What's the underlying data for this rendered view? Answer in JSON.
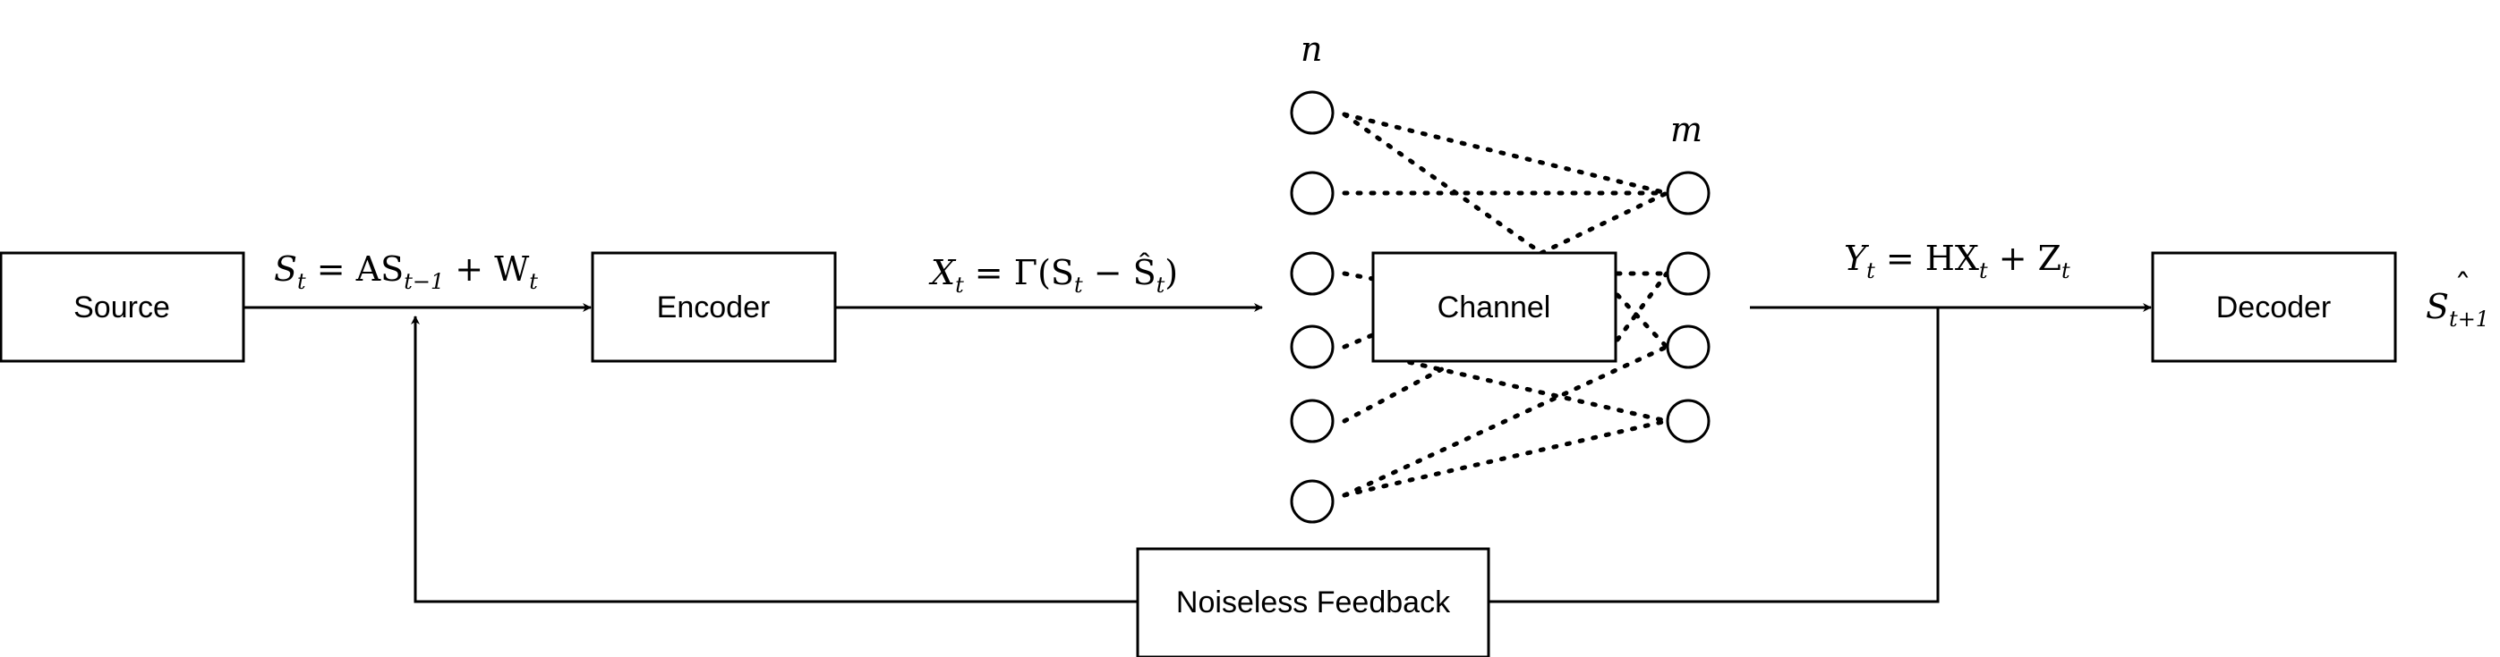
{
  "blocks": {
    "source": "Source",
    "encoder": "Encoder",
    "channel": "Channel",
    "decoder": "Decoder",
    "feedback": "Noiseless Feedback"
  },
  "math": {
    "source_eq": {
      "lhs": "S",
      "lhs_sub": "t",
      "mid": " = AS",
      "mid_sub": "t−1",
      "rhs": " + W",
      "rhs_sub": "t"
    },
    "encoder_eq": {
      "lhs": "X",
      "lhs_sub": "t",
      "mid": " = Γ(S",
      "mid_sub": "t",
      "tail": " − Ŝ",
      "tail_sub": "t",
      "close": ")"
    },
    "channel_eq": {
      "lhs": "Y",
      "lhs_sub": "t",
      "mid": " = HX",
      "mid_sub": "t",
      "rhs": " + Z",
      "rhs_sub": "t"
    },
    "decoder_out": {
      "base": "S",
      "sub": "t+1",
      "hat": "ˆ"
    },
    "n_label": "n",
    "m_label": "m"
  },
  "network": {
    "inputs": 6,
    "outputs": 4
  }
}
